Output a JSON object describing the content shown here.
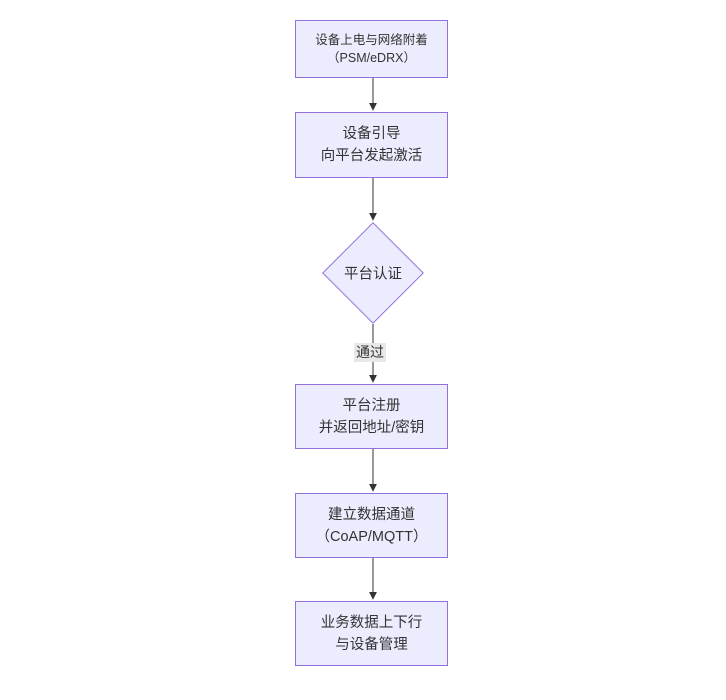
{
  "diagram": {
    "type": "flowchart",
    "direction": "top-down",
    "colors": {
      "node_fill": "#ECECFF",
      "node_border": "#9370DB",
      "text": "#333333",
      "edge_line": "#333333",
      "edge_label_bg": "#e8e8e8",
      "background": "#ffffff"
    },
    "nodes": [
      {
        "id": "A",
        "shape": "rect",
        "lines": [
          "设备上电与网络附着",
          "（PSM/eDRX）"
        ]
      },
      {
        "id": "B",
        "shape": "rect",
        "lines": [
          "设备引导",
          "向平台发起激活"
        ]
      },
      {
        "id": "C",
        "shape": "diamond",
        "lines": [
          "平台认证"
        ]
      },
      {
        "id": "D",
        "shape": "rect",
        "lines": [
          "平台注册",
          "并返回地址/密钥"
        ]
      },
      {
        "id": "E",
        "shape": "rect",
        "lines": [
          "建立数据通道",
          "（CoAP/MQTT）"
        ]
      },
      {
        "id": "F",
        "shape": "rect",
        "lines": [
          "业务数据上下行",
          "与设备管理"
        ]
      }
    ],
    "edges": [
      {
        "from": "A",
        "to": "B",
        "label": ""
      },
      {
        "from": "B",
        "to": "C",
        "label": ""
      },
      {
        "from": "C",
        "to": "D",
        "label": "通过"
      },
      {
        "from": "D",
        "to": "E",
        "label": ""
      },
      {
        "from": "E",
        "to": "F",
        "label": ""
      }
    ]
  }
}
